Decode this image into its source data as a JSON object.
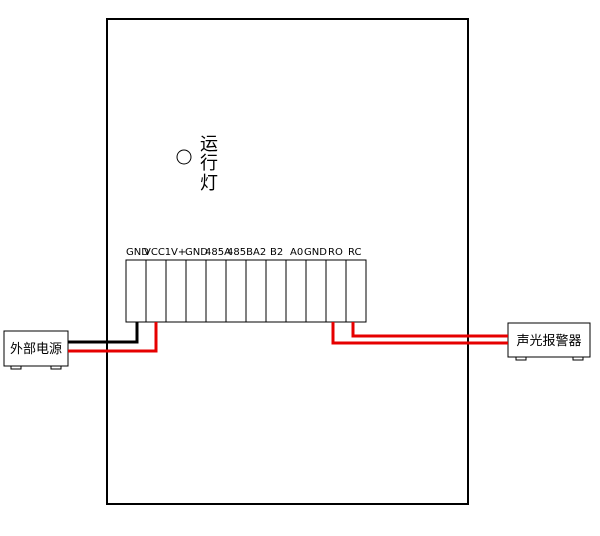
{
  "indicator": {
    "char1": "运",
    "char2": "行",
    "char3": "灯"
  },
  "terminals": [
    "GND",
    "VCC1",
    "V+",
    "GND",
    "485A",
    "485B",
    "A2",
    "B2",
    "A0",
    "GND",
    "RO",
    "RC"
  ],
  "devices": {
    "power": "外部电源",
    "alarm": "声光报警器"
  },
  "colors": {
    "outline": "#000000",
    "wire_red": "#e60000",
    "wire_black": "#000000"
  }
}
